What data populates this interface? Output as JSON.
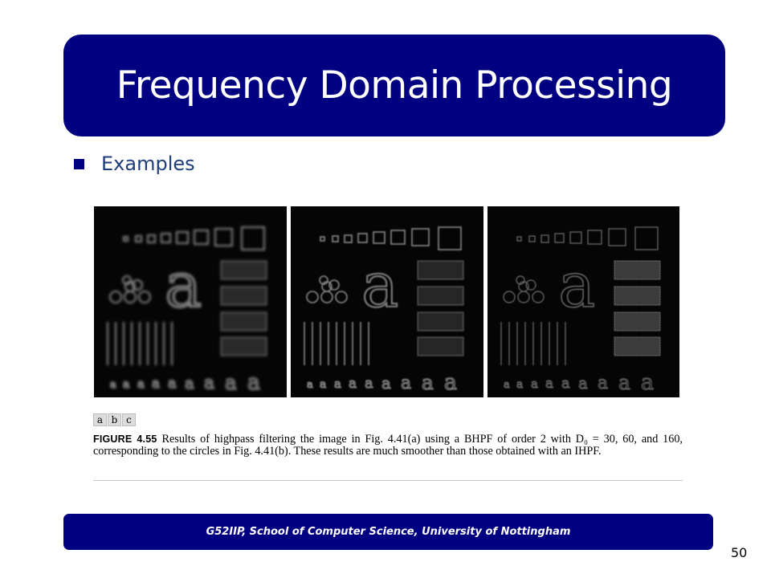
{
  "slide": {
    "title": "Frequency Domain Processing",
    "bullet": "Examples",
    "footer": "G52IIP, School of Computer Science, University of Nottingham",
    "page_number": "50"
  },
  "figure": {
    "panel_tags": [
      "a",
      "b",
      "c"
    ],
    "caption_label": "FIGURE 4.55",
    "caption_text": "Results of highpass filtering the image in Fig. 4.41(a) using a BHPF of order 2 with D₀ = 30, 60, and 160, corresponding to the circles in Fig. 4.41(b). These results are much smoother than those obtained with an IHPF.",
    "panel_glyph": "a"
  },
  "colors": {
    "title_bar": "#000080",
    "bullet_text": "#1f3d7a",
    "footer_bar": "#000080"
  }
}
